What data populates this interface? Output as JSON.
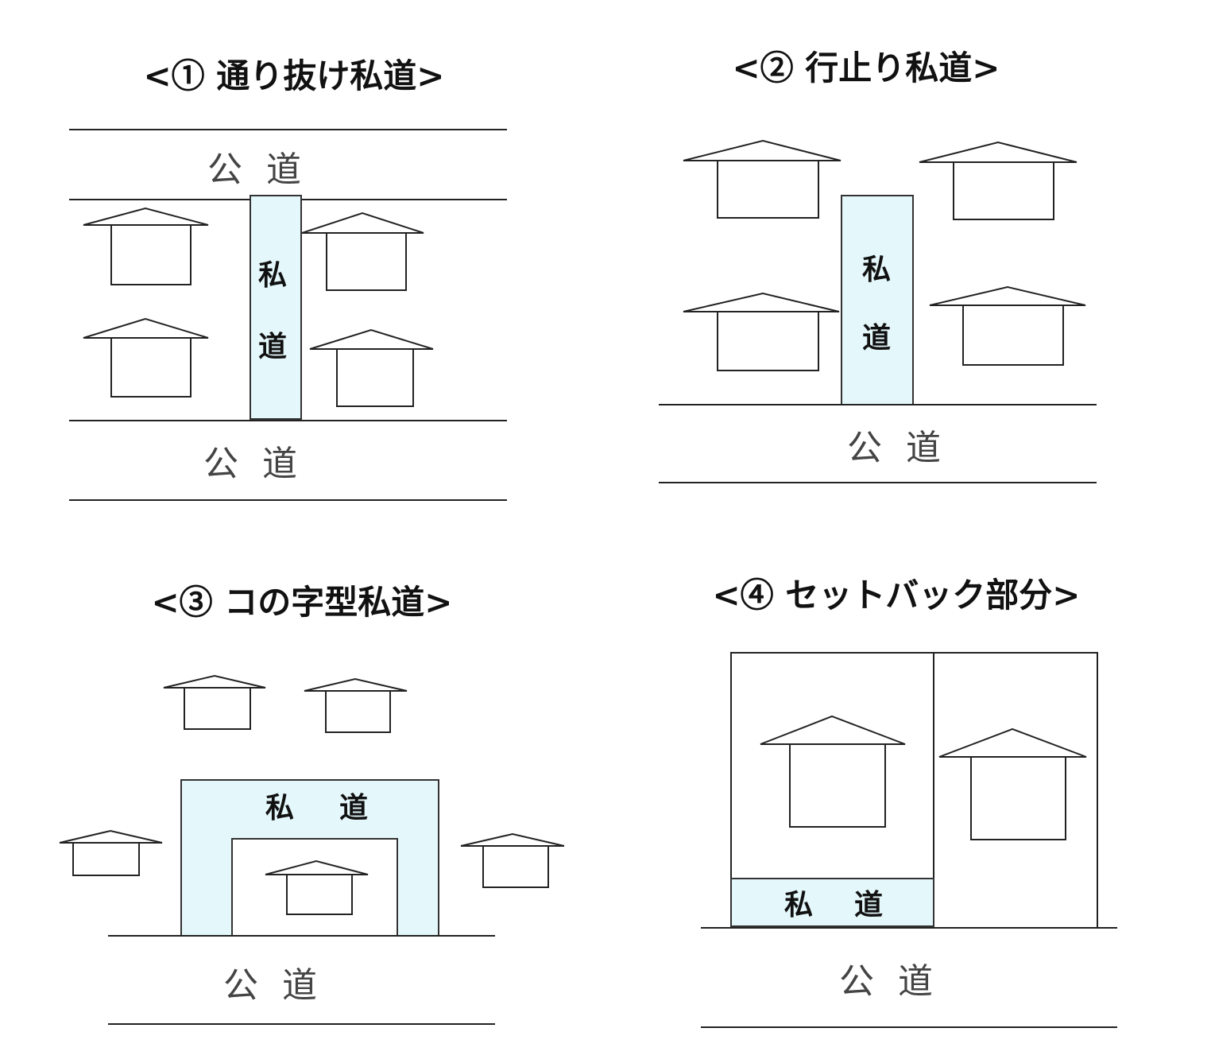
{
  "panels": [
    {
      "title": "<① 通り抜け私道>",
      "public_road": "公道",
      "private_road_chars": [
        "私",
        "道"
      ]
    },
    {
      "title": "<② 行止り私道>",
      "public_road": "公道",
      "private_road_chars": [
        "私",
        "道"
      ]
    },
    {
      "title": "<③ コの字型私道>",
      "public_road": "公道",
      "private_road_chars": [
        "私",
        "道"
      ]
    },
    {
      "title": "<④ セットバック部分>",
      "public_road": "公道",
      "private_road_chars": [
        "私",
        "道"
      ]
    }
  ],
  "colors": {
    "private_road_fill": "#e4f7fb",
    "line": "#222222"
  }
}
